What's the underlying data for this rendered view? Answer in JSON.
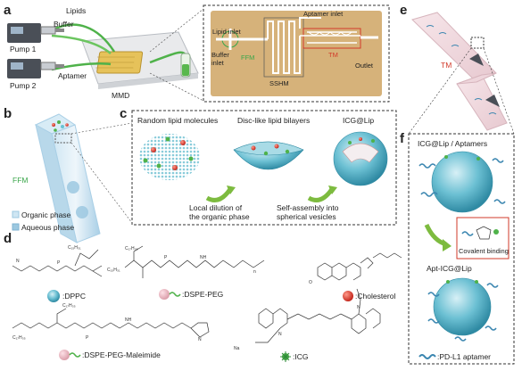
{
  "panels": {
    "a": "a",
    "b": "b",
    "c": "c",
    "d": "d",
    "e": "e",
    "f": "f"
  },
  "panel_a": {
    "lipids": "Lipids",
    "buffer": "Buffer",
    "pump1": "Pump 1",
    "pump2": "Pump 2",
    "aptamer": "Aptamer",
    "mmd": "MMD",
    "lipid_inlet": "Lipid inlet",
    "buffer_inlet_1": "Buffer",
    "buffer_inlet_2": "inlet",
    "aptamer_inlet": "Aptamer inlet",
    "ffm": "FFM",
    "sshm": "SSHM",
    "tm": "TM",
    "outlet": "Outlet"
  },
  "panel_b": {
    "ffm": "FFM",
    "organic": "Organic phase",
    "aqueous": "Aqueous phase"
  },
  "panel_c": {
    "random": "Random lipid molecules",
    "disc": "Disc-like lipid bilayers",
    "icg_lip": "ICG@Lip",
    "dilution_1": "Local dilution of",
    "dilution_2": "the organic phase",
    "assembly_1": "Self-assembly into",
    "assembly_2": "spherical vesicles"
  },
  "panel_d": {
    "dppc": ":DPPC",
    "dspe_peg": ":DSPE-PEG",
    "cholesterol": ":Cholesterol",
    "dspe_peg_mal": ":DSPE-PEG-Maleimide",
    "icg": ":ICG",
    "chem_n": "N",
    "chem_p": "P",
    "chem_o": "O",
    "chem_na": "Na",
    "chem_nh": "NH",
    "chem_c15": "C₁₅H₃₁",
    "chem_c17": "C₁₇H₃₅",
    "chem_n_sub": "n"
  },
  "panel_e": {
    "tm": "TM"
  },
  "panel_f": {
    "title": "ICG@Lip / Aptamers",
    "covalent": "Covalent binding",
    "apt_icg": "Apt-ICG@Lip",
    "legend": ":PD-L1 aptamer"
  },
  "colors": {
    "green": "#3aa64a",
    "red": "#d23a2a",
    "chip": "#d6b27a",
    "lipid": "#5bb8c9",
    "channel": "#b7d7ec"
  }
}
